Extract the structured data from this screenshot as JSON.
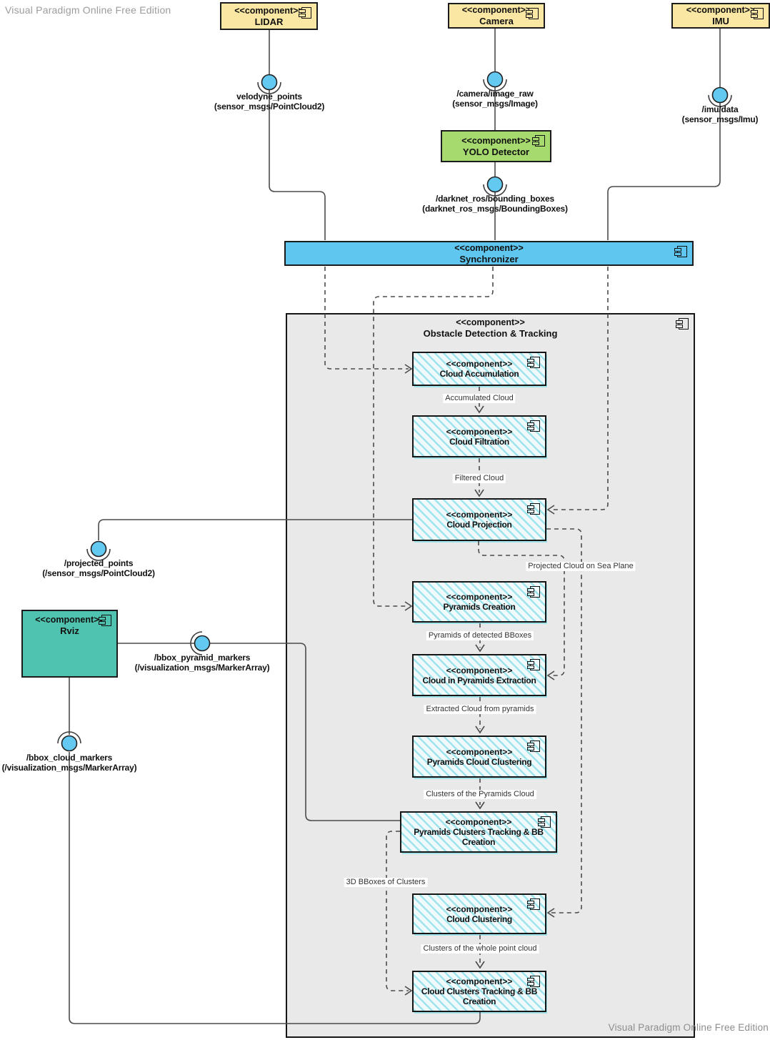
{
  "watermarks": {
    "top_left": "Visual Paradigm Online Free Edition",
    "bottom_right": "Visual Paradigm Online Free Edition"
  },
  "components": {
    "lidar": {
      "stereotype": "<<component>>",
      "name": "LIDAR"
    },
    "camera": {
      "stereotype": "<<component>>",
      "name": "Camera"
    },
    "imu": {
      "stereotype": "<<component>>",
      "name": "IMU"
    },
    "yolo_detector": {
      "stereotype": "<<component>>",
      "name": "YOLO Detector"
    },
    "synchronizer": {
      "stereotype": "<<component>>",
      "name": "Synchronizer"
    },
    "obstacle_container": {
      "stereotype": "<<component>>",
      "name": "Obstacle Detection & Tracking"
    },
    "rviz": {
      "stereotype": "<<component>>",
      "name": "Rviz"
    },
    "pipeline": [
      {
        "stereotype": "<<component>>",
        "name": "Cloud Accumulation"
      },
      {
        "stereotype": "<<component>>",
        "name": "Cloud Filtration"
      },
      {
        "stereotype": "<<component>>",
        "name": "Cloud Projection"
      },
      {
        "stereotype": "<<component>>",
        "name": "Pyramids Creation"
      },
      {
        "stereotype": "<<component>>",
        "name": "Cloud in Pyramids Extraction"
      },
      {
        "stereotype": "<<component>>",
        "name": "Pyramids Cloud Clustering"
      },
      {
        "stereotype": "<<component>>",
        "name": "Pyramids Clusters Tracking & BB Creation"
      },
      {
        "stereotype": "<<component>>",
        "name": "Cloud Clustering"
      },
      {
        "stereotype": "<<component>>",
        "name": "Cloud Clusters Tracking & BB Creation"
      }
    ]
  },
  "ports": {
    "velodyne_points": {
      "topic": "velodyne_points",
      "type": "(sensor_msgs/PointCloud2)"
    },
    "camera_image_raw": {
      "topic": "/camera/image_raw",
      "type": "(sensor_msgs/Image)"
    },
    "imu_data": {
      "topic": "/imu/data",
      "type": "(sensor_msgs/Imu)"
    },
    "darknet_bounding_boxes": {
      "topic": "/darknet_ros/bounding_boxes",
      "type": "(darknet_ros_msgs/BoundingBoxes)"
    },
    "projected_points": {
      "topic": "/projected_points",
      "type": "(/sensor_msgs/PointCloud2)"
    },
    "bbox_pyramid_markers": {
      "topic": "/bbox_pyramid_markers",
      "type": "(/visualization_msgs/MarkerArray)"
    },
    "bbox_cloud_markers": {
      "topic": "/bbox_cloud_markers",
      "type": "(/visualization_msgs/MarkerArray)"
    }
  },
  "flow_labels": {
    "accumulated_cloud": "Accumulated Cloud",
    "filtered_cloud": "Filtered Cloud",
    "projected_cloud_sea_plane": "Projected Cloud on Sea Plane",
    "pyramids_detected_bboxes": "Pyramids of detected BBoxes",
    "extracted_cloud_pyramids": "Extracted Cloud from pyramids",
    "clusters_pyramids_cloud": "Clusters of the Pyramids Cloud",
    "bboxes_3d_clusters": "3D BBoxes of Clusters",
    "clusters_whole_cloud": "Clusters of the whole point cloud"
  },
  "colors": {
    "sensor_fill": "#FAE7A3",
    "yolo_fill": "#A6D96E",
    "synchronizer_fill": "#5FC6EF",
    "container_fill": "#E9E9E9",
    "rviz_fill": "#4FC3AF",
    "hatch_stripe": "#9EE4EC",
    "hatch_base": "#F1FAFB",
    "port_fill": "#63C9F0",
    "wire": "#4B4B4B"
  }
}
